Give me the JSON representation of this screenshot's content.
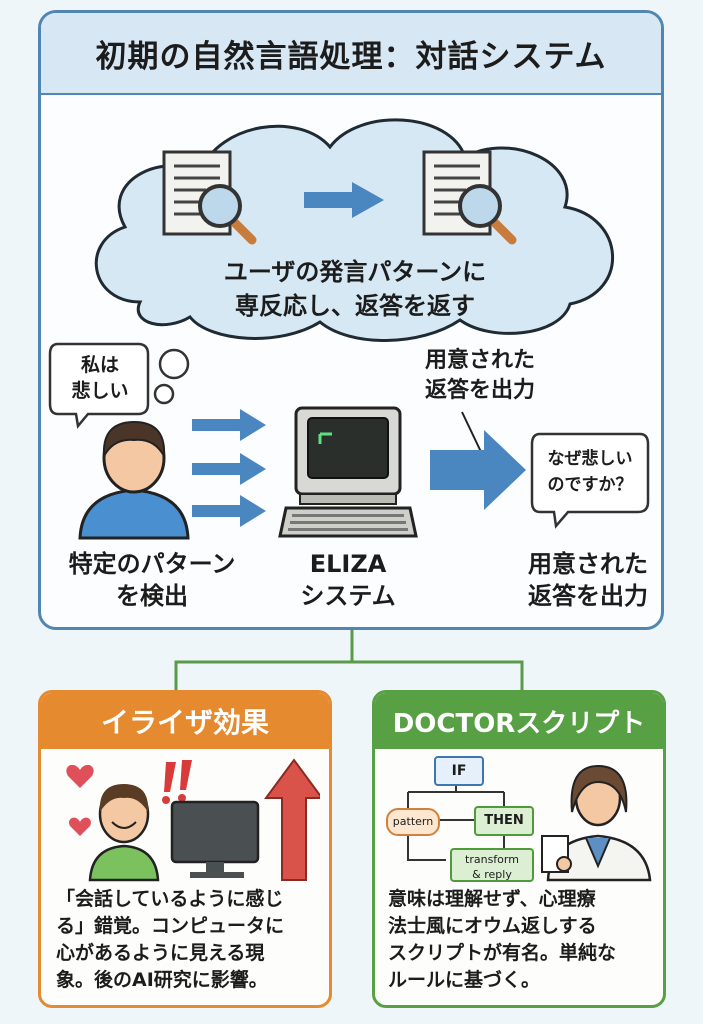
{
  "title": "初期の自然言語処理：対話システム",
  "cloud": {
    "line1": "ユーザの発言パターンに",
    "line2": "専反応し、返答を返す"
  },
  "user_bubble": {
    "line1": "私は",
    "line2": "悲しい"
  },
  "prepared_top": {
    "line1": "用意された",
    "line2": "返答を出力"
  },
  "reply_bubble": {
    "line1": "なぜ悲しい",
    "line2": "のですか？"
  },
  "labels": {
    "detect_line1": "特定のパターン",
    "detect_line2": "を検出",
    "eliza_line1": "ELIZA",
    "eliza_line2": "システム",
    "output_line1": "用意された",
    "output_line2": "返答を出力"
  },
  "eliza_effect": {
    "heading": "イライザ効果",
    "lines": [
      "「会話しているように感じ",
      "る」錯覚。コンピュータに",
      "心があるように見える現",
      "象。後のAI研究に影響。"
    ],
    "color": "#e58a2e"
  },
  "doctor_script": {
    "heading": "DOCTORスクリプト",
    "flow": {
      "if": "IF",
      "pattern": "pattern",
      "then": "THEN",
      "transform1": "transform",
      "transform2": "& reply"
    },
    "lines": [
      "意味は理解せず、心理療",
      "法士風にオウム返しする",
      "スクリプトが有名。単純な",
      "ルールに基づく。"
    ],
    "color": "#57a043"
  },
  "colors": {
    "frame": "#4f86b3",
    "arrow": "#4a86bf",
    "cloud": "#d6e8f4",
    "connector": "#5a9a48"
  }
}
